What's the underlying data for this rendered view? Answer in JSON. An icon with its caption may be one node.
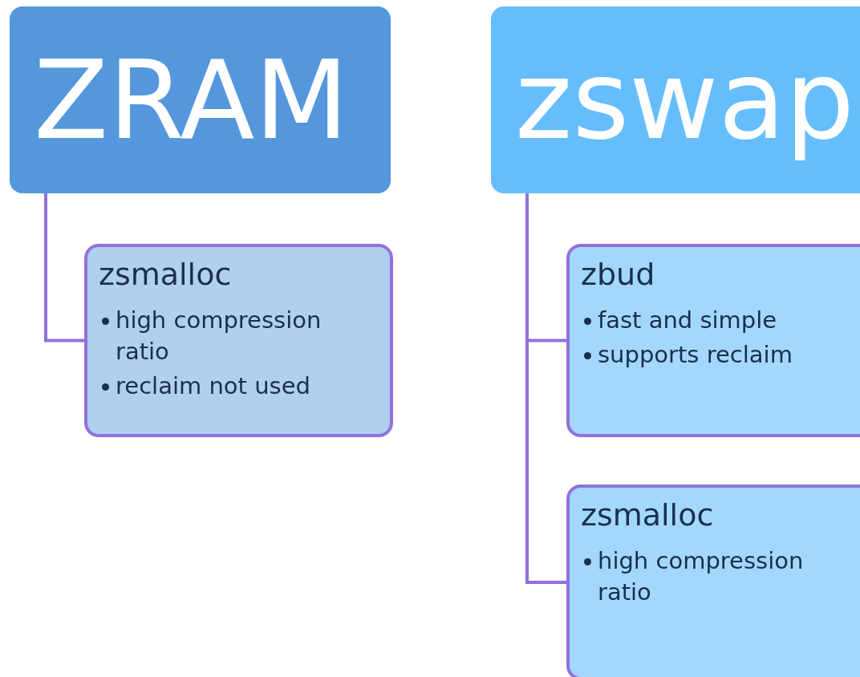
{
  "diagram": {
    "nodes": [
      {
        "text": [
          "ZRAM"
        ]
      },
      {
        "text": [
          "zswap"
        ]
      },
      {
        "text": [
          "zsmalloc",
          "high compression ratio",
          "reclaim not used"
        ]
      },
      {
        "text": [
          "zbud",
          "fast and simple",
          "supports reclaim"
        ]
      },
      {
        "text": [
          "zsmalloc",
          "high compression ratio"
        ]
      }
    ],
    "edges": [
      {
        "from": 0,
        "to": 2,
        "arrow": "none"
      },
      {
        "from": 1,
        "to": 3,
        "arrow": "none"
      },
      {
        "from": 1,
        "to": 4,
        "arrow": "none"
      }
    ]
  }
}
